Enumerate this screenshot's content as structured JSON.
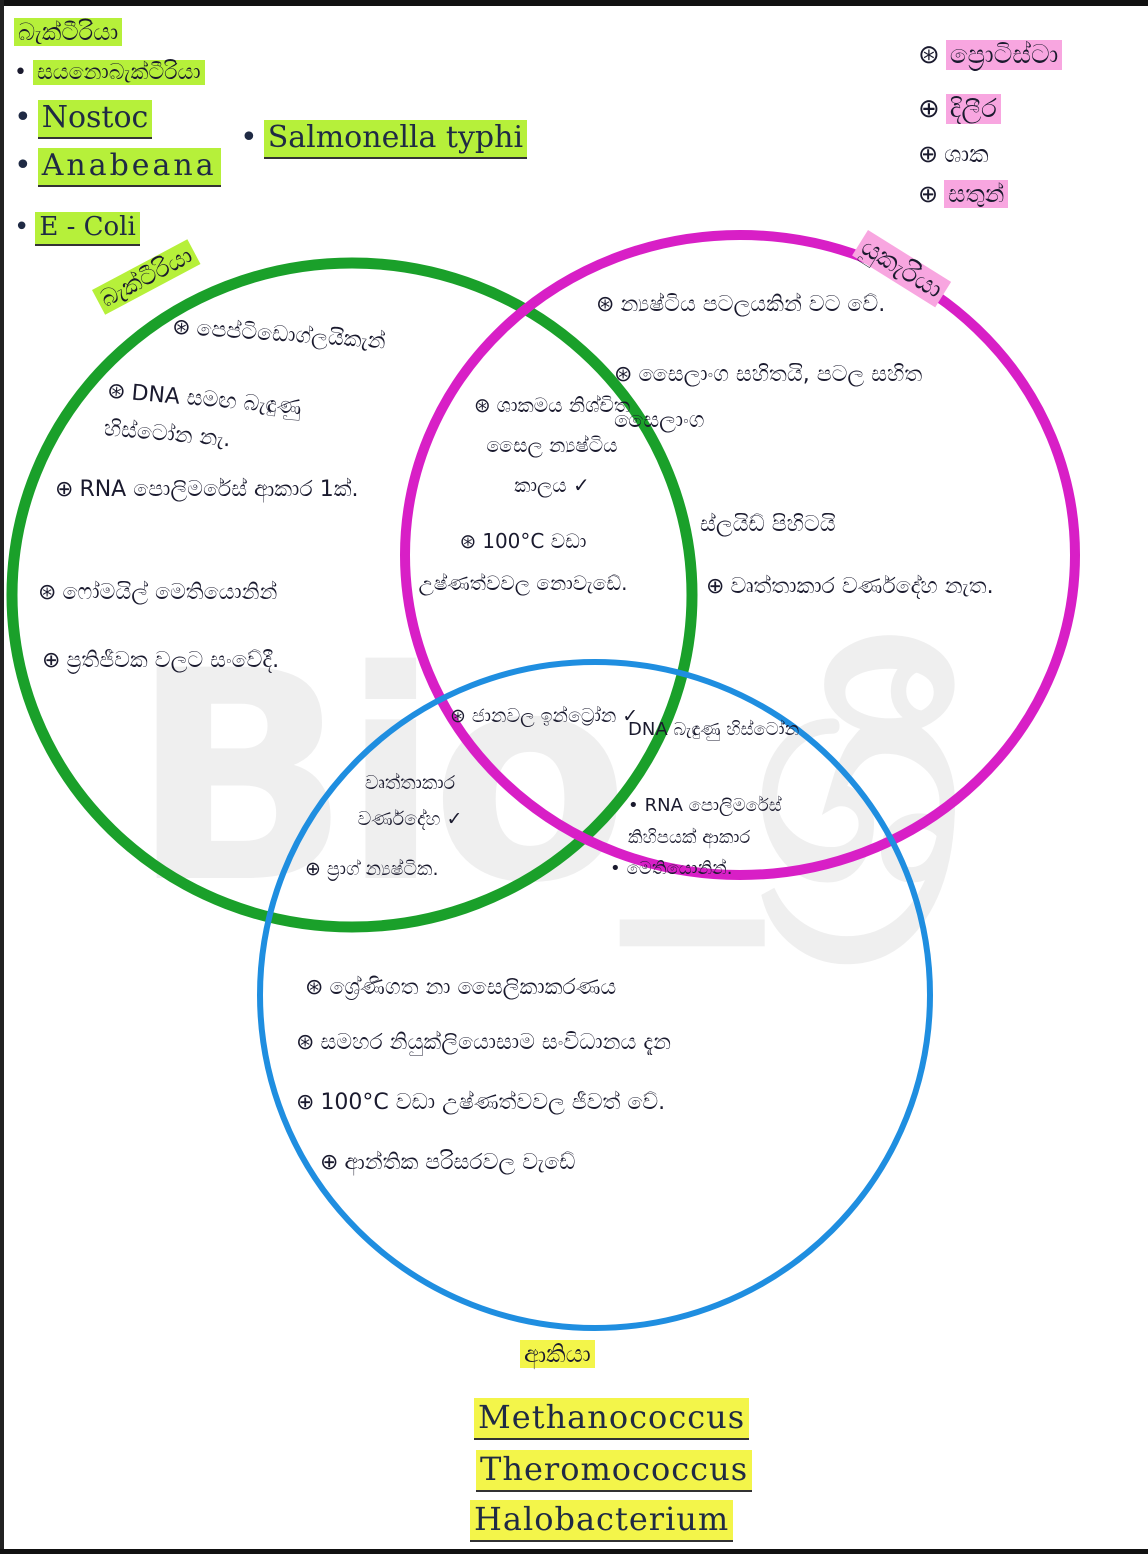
{
  "top_left": {
    "heading": "බැක්ටීරියා",
    "items": [
      "සයනොබැක්ටීරියා",
      "Nostoc",
      "Anabeana",
      "E - Coli"
    ],
    "extra": "Salmonella typhi"
  },
  "top_right": {
    "items": [
      "ප්‍රොටිස්ටා",
      "දිලීර",
      "ශාක",
      "සතුන්"
    ]
  },
  "labels": {
    "bacteria": "බැක්ටීරියා",
    "eukarya": "යුකැරියා",
    "archaea": "ආකියා"
  },
  "bacteria_only": [
    "පෙප්ටිඩොග්ලයිකැන්",
    "DNA සමඟ බැඳුණු හිස්ටෝන නැ.",
    "RNA පොලිමරේස් ආකාර 1ක්.",
    "ෆෝමයිල් මෙතියොනින්",
    "ප්‍රතිජීවක වලට සංවේදී."
  ],
  "bacteria_eukarya": [
    "ශාකමය නිශ්චිත සෛල න්‍යෂ්ටිය කාලය ✓",
    "100°C වඩා උෂ්ණත්වවල නොවැඩේ."
  ],
  "eukarya_only": [
    "න්‍යෂ්ටිය පටලයකින් වට වේ.",
    "සෛලාංග සහිතයි, පටල සහිත සෛලාංග",
    "ස්ලයිඩ් පිහිටයි",
    "වෘත්තාකාර වර්ණදේහ නැත."
  ],
  "center": "ජානවල ඉන්ට්‍රෝන ✓",
  "bacteria_archaea": [
    "වෘත්තාකාර වර්ණදේහ ✓",
    "ප්‍රාග් න්‍යෂ්ටික."
  ],
  "eukarya_archaea": [
    "DNA බැඳුණු හිස්ටෝන",
    "RNA පොලිමරේස් කිහිපයක් ආකාර",
    "මෙතියොනින්."
  ],
  "archaea_only": [
    "ශ්‍රේණිගත නා සෛලිකාකරණය",
    "සමහර නියුක්ලියොසාම සංවිධානය දැන",
    "100°C වඩා උෂ්ණත්වවල ජීවත් වේ.",
    "ආන්තික පරිසරවල වැඩේ"
  ],
  "archaea_examples": [
    "Methanococcus",
    "Theromococcus",
    "Halobacterium"
  ],
  "watermark": "Bio_ශ්‍රී",
  "colors": {
    "bacteria_circle": "#1aa02a",
    "eukarya_circle": "#d81fc6",
    "archaea_circle": "#1f8ee0",
    "highlight_green": "#b6f03a",
    "highlight_yellow": "#f3f54a",
    "highlight_pink": "#f8a6e0"
  }
}
